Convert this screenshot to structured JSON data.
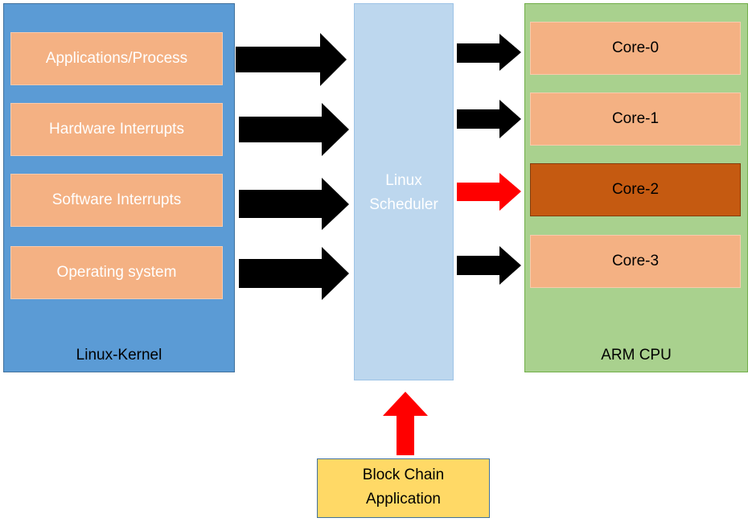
{
  "linux_kernel": {
    "label": "Linux-Kernel",
    "items": [
      "Applications/Process",
      "Hardware Interrupts",
      "Software Interrupts",
      "Operating system"
    ]
  },
  "scheduler": {
    "label_line1": "Linux",
    "label_line2": "Scheduler"
  },
  "arm_cpu": {
    "label": "ARM CPU",
    "cores": [
      "Core-0",
      "Core-1",
      "Core-2",
      "Core-3"
    ]
  },
  "block_chain": {
    "line1": "Block Chain",
    "line2": "Application"
  },
  "colors": {
    "kernel_bg": "#5b9bd5",
    "scheduler_bg": "#bdd7ee",
    "cpu_bg": "#a9d18e",
    "item_bg": "#f4b183",
    "highlight_core": "#c55a11",
    "block_chain_bg": "#ffd966",
    "arrow_normal": "#000000",
    "arrow_highlight": "#ff0000"
  }
}
